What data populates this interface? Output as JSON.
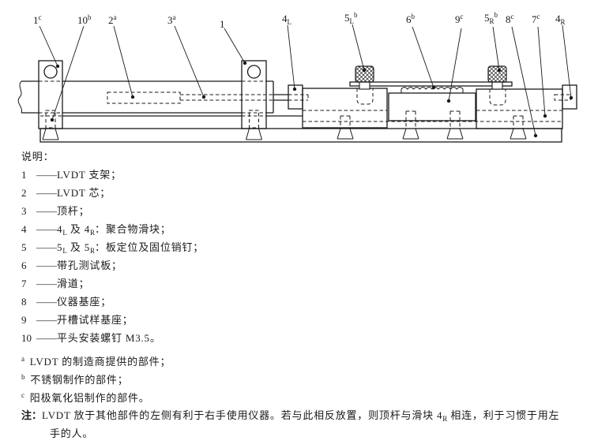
{
  "figure": {
    "callouts": [
      {
        "base": "1",
        "sub": "",
        "sup": "c"
      },
      {
        "base": "10",
        "sub": "",
        "sup": "b"
      },
      {
        "base": "2",
        "sub": "",
        "sup": "a"
      },
      {
        "base": "3",
        "sub": "",
        "sup": "a"
      },
      {
        "base": "1",
        "sub": "",
        "sup": ""
      },
      {
        "base": "4",
        "sub": "L",
        "sup": ""
      },
      {
        "base": "5",
        "sub": "L",
        "sup": "b"
      },
      {
        "base": "6",
        "sub": "",
        "sup": "b"
      },
      {
        "base": "9",
        "sub": "",
        "sup": "c"
      },
      {
        "base": "5",
        "sub": "R",
        "sup": "b"
      },
      {
        "base": "8",
        "sub": "",
        "sup": "c"
      },
      {
        "base": "7",
        "sub": "",
        "sup": "c"
      },
      {
        "base": "4",
        "sub": "R",
        "sup": ""
      }
    ]
  },
  "legend": {
    "title": "说明：",
    "dash": "——",
    "items": [
      {
        "num": "1",
        "text": "LVDT 支架；"
      },
      {
        "num": "2",
        "text": "LVDT 芯；"
      },
      {
        "num": "3",
        "text": "顶杆；"
      },
      {
        "num": "4",
        "t1": "4",
        "sub1": "L",
        "t2": " 及 4",
        "sub2": "R",
        "t3": "：聚合物滑块；"
      },
      {
        "num": "5",
        "t1": "5",
        "sub1": "L",
        "t2": " 及 5",
        "sub2": "R",
        "t3": "：板定位及固位销钉；"
      },
      {
        "num": "6",
        "text": "带孔测试板；"
      },
      {
        "num": "7",
        "text": "滑道；"
      },
      {
        "num": "8",
        "text": "仪器基座；"
      },
      {
        "num": "9",
        "text": "开槽试样基座；"
      },
      {
        "num": "10",
        "text": "平头安装螺钉 M3.5。"
      }
    ],
    "footnotes": [
      {
        "marker": "a",
        "text": "LVDT 的制造商提供的部件；"
      },
      {
        "marker": "b",
        "text": "不锈钢制作的部件；"
      },
      {
        "marker": "c",
        "text": "阳极氧化铝制作的部件。"
      }
    ],
    "note": {
      "label": "注：",
      "l1a": "LVDT 放于其他部件的左侧有利于右手使用仪器。若与此相反放置，则顶杆与滑块 4",
      "l1sub": "R",
      "l1b": " 相连，利于习惯于用左",
      "l2": "手的人。"
    }
  }
}
